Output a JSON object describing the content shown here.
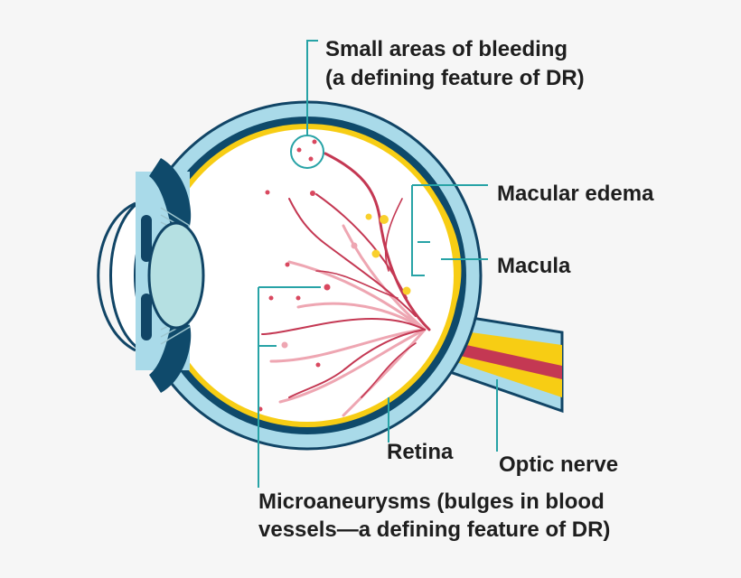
{
  "labels": {
    "bleeding": [
      "Small areas of bleeding",
      "(a defining feature of DR)"
    ],
    "macular_edema": "Macular edema",
    "macula": "Macula",
    "retina": "Retina",
    "optic_nerve": "Optic nerve",
    "microaneurysms": [
      "Microaneurysms (bulges in blood",
      "vessels—a defining feature of DR)"
    ]
  },
  "colors": {
    "background": "#f6f6f6",
    "sclera": "#a9dae9",
    "outline": "#114566",
    "choroid": "#0f4a6b",
    "retina_layer": "#f7cd14",
    "vessel": "#c43853",
    "vessel_light": "#eea6b2",
    "lens": "#b5e0e2",
    "leader": "#27a3a6",
    "dot": "#d9485f",
    "exudate": "#f9d02c"
  }
}
